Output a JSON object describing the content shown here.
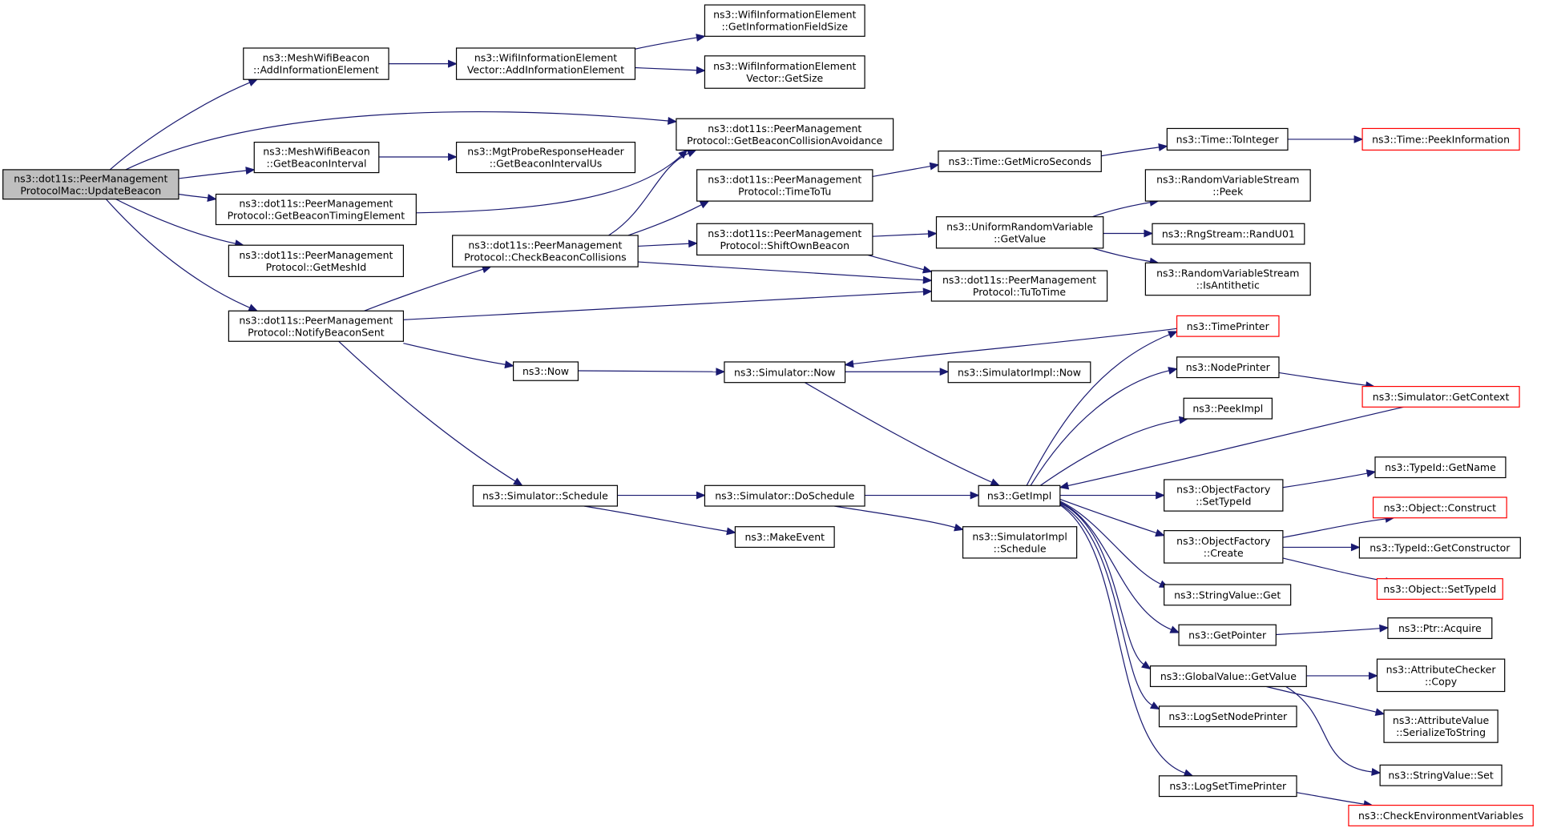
{
  "graph": {
    "colors": {
      "edge": "#191970",
      "root_fill": "#bfbfbf",
      "truncated_border": "#ff0000",
      "node_border": "#000000"
    },
    "nodes": [
      {
        "id": "n0",
        "lines": [
          "ns3::dot11s::PeerManagement",
          "ProtocolMac::UpdateBeacon"
        ],
        "root": true
      },
      {
        "id": "n1",
        "lines": [
          "ns3::MeshWifiBeacon",
          "::AddInformationElement"
        ]
      },
      {
        "id": "n2",
        "lines": [
          "ns3::WifiInformationElement",
          "Vector::AddInformationElement"
        ]
      },
      {
        "id": "n3",
        "lines": [
          "ns3::WifiInformationElement",
          "::GetInformationFieldSize"
        ]
      },
      {
        "id": "n4",
        "lines": [
          "ns3::WifiInformationElement",
          "Vector::GetSize"
        ]
      },
      {
        "id": "n5",
        "lines": [
          "ns3::dot11s::PeerManagement",
          "Protocol::GetBeaconCollisionAvoidance"
        ]
      },
      {
        "id": "n6",
        "lines": [
          "ns3::MeshWifiBeacon",
          "::GetBeaconInterval"
        ]
      },
      {
        "id": "n7",
        "lines": [
          "ns3::MgtProbeResponseHeader",
          "::GetBeaconIntervalUs"
        ]
      },
      {
        "id": "n8",
        "lines": [
          "ns3::dot11s::PeerManagement",
          "Protocol::GetBeaconTimingElement"
        ]
      },
      {
        "id": "n9",
        "lines": [
          "ns3::dot11s::PeerManagement",
          "Protocol::GetMeshId"
        ]
      },
      {
        "id": "n10",
        "lines": [
          "ns3::dot11s::PeerManagement",
          "Protocol::NotifyBeaconSent"
        ]
      },
      {
        "id": "n11",
        "lines": [
          "ns3::dot11s::PeerManagement",
          "Protocol::CheckBeaconCollisions"
        ]
      },
      {
        "id": "n12",
        "lines": [
          "ns3::dot11s::PeerManagement",
          "Protocol::TimeToTu"
        ]
      },
      {
        "id": "n13",
        "lines": [
          "ns3::dot11s::PeerManagement",
          "Protocol::ShiftOwnBeacon"
        ]
      },
      {
        "id": "n14",
        "lines": [
          "ns3::dot11s::PeerManagement",
          "Protocol::TuToTime"
        ]
      },
      {
        "id": "n15",
        "lines": [
          "ns3::Time::GetMicroSeconds"
        ]
      },
      {
        "id": "n16",
        "lines": [
          "ns3::Time::ToInteger"
        ]
      },
      {
        "id": "n17",
        "lines": [
          "ns3::Time::PeekInformation"
        ],
        "truncated": true
      },
      {
        "id": "n18",
        "lines": [
          "ns3::UniformRandomVariable",
          "::GetValue"
        ]
      },
      {
        "id": "n19",
        "lines": [
          "ns3::RandomVariableStream",
          "::Peek"
        ]
      },
      {
        "id": "n20",
        "lines": [
          "ns3::RngStream::RandU01"
        ]
      },
      {
        "id": "n21",
        "lines": [
          "ns3::RandomVariableStream",
          "::IsAntithetic"
        ]
      },
      {
        "id": "n22",
        "lines": [
          "ns3::Now"
        ]
      },
      {
        "id": "n23",
        "lines": [
          "ns3::Simulator::Now"
        ]
      },
      {
        "id": "n24",
        "lines": [
          "ns3::SimulatorImpl::Now"
        ]
      },
      {
        "id": "n25",
        "lines": [
          "ns3::Simulator::Schedule"
        ]
      },
      {
        "id": "n26",
        "lines": [
          "ns3::Simulator::DoSchedule"
        ]
      },
      {
        "id": "n27",
        "lines": [
          "ns3::MakeEvent"
        ]
      },
      {
        "id": "n28",
        "lines": [
          "ns3::GetImpl"
        ]
      },
      {
        "id": "n29",
        "lines": [
          "ns3::SimulatorImpl",
          "::Schedule"
        ]
      },
      {
        "id": "n30",
        "lines": [
          "ns3::TimePrinter"
        ],
        "truncated": true
      },
      {
        "id": "n31",
        "lines": [
          "ns3::NodePrinter"
        ]
      },
      {
        "id": "n32",
        "lines": [
          "ns3::Simulator::GetContext"
        ],
        "truncated": true
      },
      {
        "id": "n33",
        "lines": [
          "ns3::PeekImpl"
        ]
      },
      {
        "id": "n34",
        "lines": [
          "ns3::ObjectFactory",
          "::SetTypeId"
        ]
      },
      {
        "id": "n35",
        "lines": [
          "ns3::TypeId::GetName"
        ]
      },
      {
        "id": "n36",
        "lines": [
          "ns3::ObjectFactory",
          "::Create"
        ]
      },
      {
        "id": "n37",
        "lines": [
          "ns3::Object::Construct"
        ],
        "truncated": true
      },
      {
        "id": "n38",
        "lines": [
          "ns3::TypeId::GetConstructor"
        ]
      },
      {
        "id": "n39",
        "lines": [
          "ns3::Object::SetTypeId"
        ],
        "truncated": true
      },
      {
        "id": "n40",
        "lines": [
          "ns3::StringValue::Get"
        ]
      },
      {
        "id": "n41",
        "lines": [
          "ns3::GetPointer"
        ]
      },
      {
        "id": "n42",
        "lines": [
          "ns3::Ptr::Acquire"
        ]
      },
      {
        "id": "n43",
        "lines": [
          "ns3::GlobalValue::GetValue"
        ]
      },
      {
        "id": "n44",
        "lines": [
          "ns3::AttributeChecker",
          "::Copy"
        ]
      },
      {
        "id": "n45",
        "lines": [
          "ns3::AttributeValue",
          "::SerializeToString"
        ]
      },
      {
        "id": "n46",
        "lines": [
          "ns3::StringValue::Set"
        ]
      },
      {
        "id": "n47",
        "lines": [
          "ns3::LogSetNodePrinter"
        ]
      },
      {
        "id": "n48",
        "lines": [
          "ns3::LogSetTimePrinter"
        ]
      },
      {
        "id": "n49",
        "lines": [
          "ns3::CheckEnvironmentVariables"
        ],
        "truncated": true
      }
    ],
    "edges": [
      [
        "n0",
        "n1"
      ],
      [
        "n0",
        "n5"
      ],
      [
        "n0",
        "n6"
      ],
      [
        "n0",
        "n8"
      ],
      [
        "n0",
        "n9"
      ],
      [
        "n0",
        "n10"
      ],
      [
        "n1",
        "n2"
      ],
      [
        "n2",
        "n3"
      ],
      [
        "n2",
        "n4"
      ],
      [
        "n6",
        "n7"
      ],
      [
        "n8",
        "n5"
      ],
      [
        "n10",
        "n11"
      ],
      [
        "n10",
        "n14"
      ],
      [
        "n10",
        "n22"
      ],
      [
        "n10",
        "n25"
      ],
      [
        "n11",
        "n5"
      ],
      [
        "n11",
        "n12"
      ],
      [
        "n11",
        "n13"
      ],
      [
        "n11",
        "n14"
      ],
      [
        "n12",
        "n15"
      ],
      [
        "n15",
        "n16"
      ],
      [
        "n16",
        "n17"
      ],
      [
        "n13",
        "n18"
      ],
      [
        "n13",
        "n14"
      ],
      [
        "n18",
        "n19"
      ],
      [
        "n18",
        "n20"
      ],
      [
        "n18",
        "n21"
      ],
      [
        "n22",
        "n23"
      ],
      [
        "n23",
        "n24"
      ],
      [
        "n23",
        "n28"
      ],
      [
        "n25",
        "n26"
      ],
      [
        "n25",
        "n27"
      ],
      [
        "n26",
        "n28"
      ],
      [
        "n26",
        "n29"
      ],
      [
        "n28",
        "n30"
      ],
      [
        "n28",
        "n31"
      ],
      [
        "n28",
        "n33"
      ],
      [
        "n28",
        "n34"
      ],
      [
        "n28",
        "n36"
      ],
      [
        "n28",
        "n40"
      ],
      [
        "n28",
        "n41"
      ],
      [
        "n28",
        "n43"
      ],
      [
        "n28",
        "n47"
      ],
      [
        "n28",
        "n48"
      ],
      [
        "n30",
        "n23"
      ],
      [
        "n31",
        "n32"
      ],
      [
        "n32",
        "n28"
      ],
      [
        "n34",
        "n35"
      ],
      [
        "n36",
        "n37"
      ],
      [
        "n36",
        "n38"
      ],
      [
        "n36",
        "n39"
      ],
      [
        "n41",
        "n42"
      ],
      [
        "n43",
        "n44"
      ],
      [
        "n43",
        "n45"
      ],
      [
        "n43",
        "n46"
      ],
      [
        "n48",
        "n49"
      ]
    ]
  }
}
